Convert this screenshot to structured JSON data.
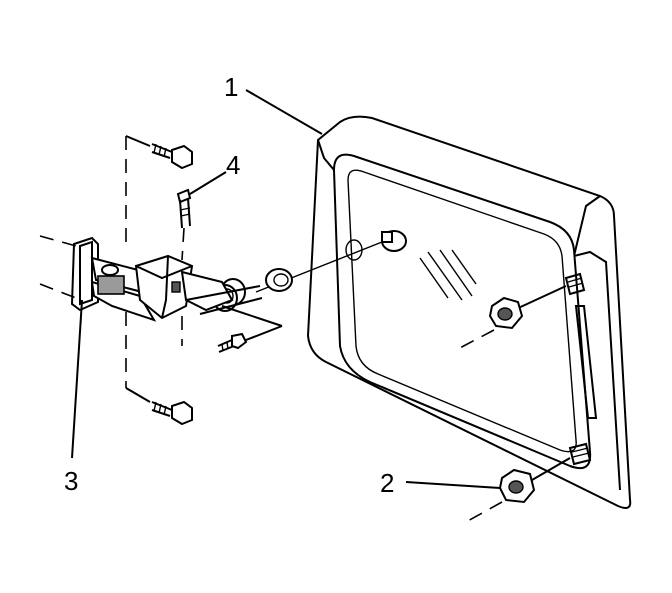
{
  "callouts": {
    "c1": "1",
    "c2": "2",
    "c3": "3",
    "c4": "4"
  },
  "colors": {
    "line": "#000000",
    "background": "#ffffff",
    "shading": "#9a9a9a"
  }
}
